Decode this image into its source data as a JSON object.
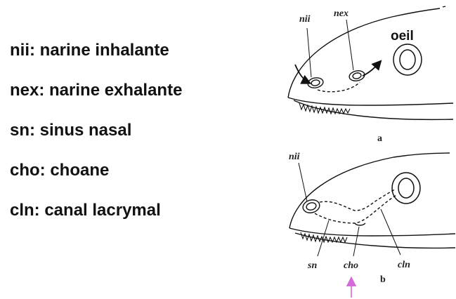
{
  "legend": {
    "nii": "nii: narine inhalante",
    "nex": "nex: narine exhalante",
    "sn": "sn: sinus nasal",
    "cho": "cho: choane",
    "cln": "cln: canal lacrymal"
  },
  "figure_a": {
    "label_nii": "nii",
    "label_nex": "nex",
    "label_oeil": "oeil",
    "panel_letter": "a"
  },
  "figure_b": {
    "label_nii": "nii",
    "label_sn": "sn",
    "label_cho": "cho",
    "label_cln": "cln",
    "panel_letter": "b"
  },
  "colors": {
    "ink": "#111111",
    "pointer_arrow": "#d36bd6"
  }
}
